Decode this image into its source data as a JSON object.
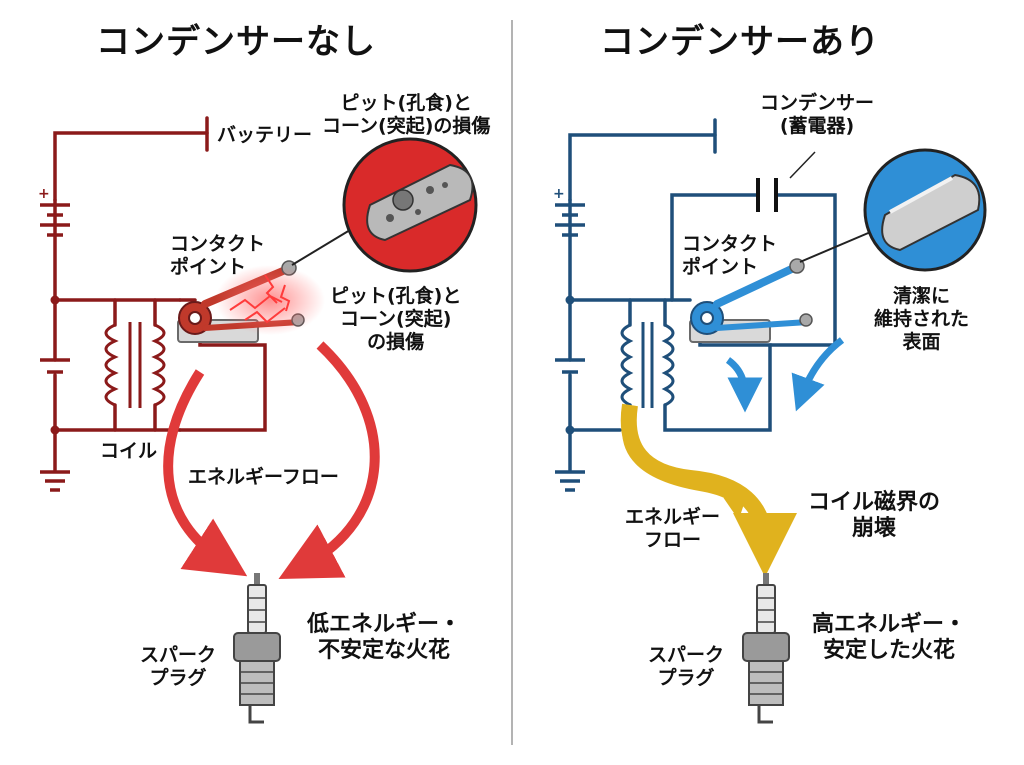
{
  "colors": {
    "without_wire": "#8b1a1a",
    "with_wire": "#1f4f7a",
    "red_arrow": "#e03a3a",
    "blue_arrow": "#2f8fd6",
    "gold_arrow": "#e0b21e",
    "divider": "#9a9a9a"
  },
  "left": {
    "title": "コンデンサーなし",
    "battery": "バッテリー",
    "damage_top": "ピット(孔食)と\nコーン(突起)の損傷",
    "contact_point": "コンタクト\nポイント",
    "damage_mid": "ピット(孔食)と\nコーン(突起)\nの損傷",
    "coil": "コイル",
    "energy_flow": "エネルギーフロー",
    "spark_plug": "スパーク\nプラグ",
    "spark_result": "低エネルギー・\n不安定な火花",
    "icons": {
      "battery": "battery-icon",
      "coil": "coil-icon",
      "ground": "ground-icon",
      "plug": "spark-plug-icon"
    }
  },
  "right": {
    "title": "コンデンサーあり",
    "condenser": "コンデンサー\n(蓄電器)",
    "contact_point": "コンタクト\nポイント",
    "clean_surface": "清潔に\n維持された\n表面",
    "energy_flow": "エネルギー\nフロー",
    "collapse": "コイル磁界の\n崩壊",
    "spark_plug": "スパーク\nプラグ",
    "spark_result": "高エネルギー・\n安定した火花",
    "icons": {
      "capacitor": "capacitor-icon",
      "coil": "coil-icon",
      "ground": "ground-icon",
      "plug": "spark-plug-icon"
    }
  }
}
